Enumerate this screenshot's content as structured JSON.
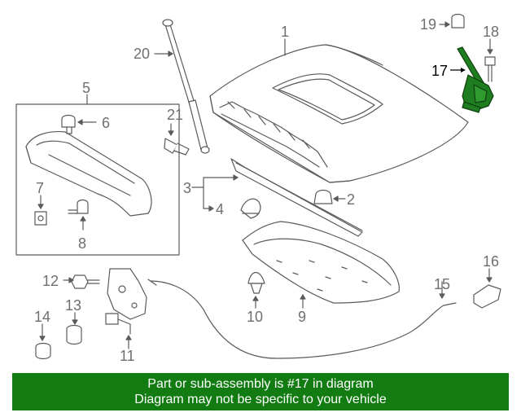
{
  "callouts": {
    "c1": "1",
    "c2": "2",
    "c3": "3",
    "c4": "4",
    "c5": "5",
    "c6": "6",
    "c7": "7",
    "c8": "8",
    "c9": "9",
    "c10": "10",
    "c11": "11",
    "c12": "12",
    "c13": "13",
    "c14": "14",
    "c15": "15",
    "c16": "16",
    "c17": "17",
    "c18": "18",
    "c19": "19",
    "c20": "20",
    "c21": "21"
  },
  "highlight": {
    "part": "17",
    "color": "#1e7d1e"
  },
  "banner": {
    "line1": "Part or sub-assembly is #17 in diagram",
    "line2": "Diagram may not be specific to your vehicle",
    "background": "#127c12"
  }
}
